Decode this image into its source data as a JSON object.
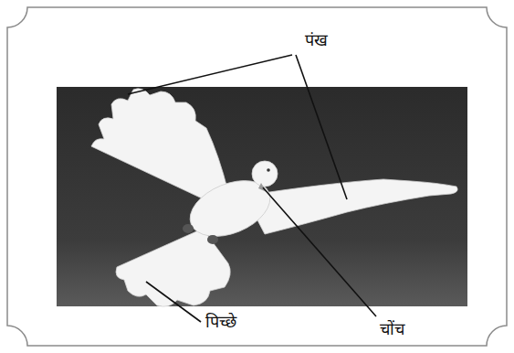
{
  "diagram": {
    "labels": [
      "पंख",
      "पिच्छे",
      "चोंच"
    ]
  }
}
